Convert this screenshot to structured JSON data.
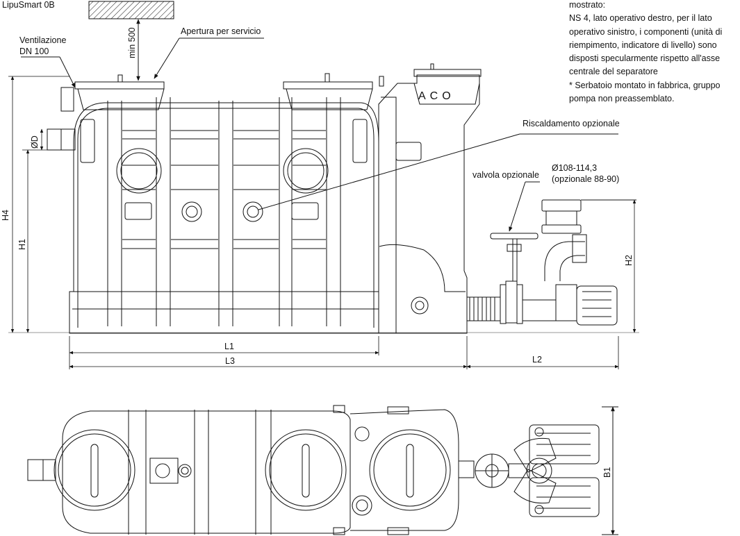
{
  "title": "LipuSmart 0B",
  "labels": {
    "ventilation_line1": "Ventilazione",
    "ventilation_line2": "DN 100",
    "service_opening": "Apertura per servicio",
    "min500": "min 500",
    "heating": "Riscaldamento opzionale",
    "valve": "valvola opzionale",
    "diameter_line1": "Ø108-114,3",
    "diameter_line2": "(opzionale 88-90)",
    "od": "ØD",
    "h4": "H4",
    "h1": "H1",
    "h2": "H2",
    "b1": "B1",
    "l1": "L1",
    "l2": "L2",
    "l3": "L3",
    "brand": "ACO"
  },
  "notes": [
    "mostrato:",
    "NS 4, lato operativo destro, per il lato",
    "operativo sinistro, i componenti (unità di",
    "riempimento, indicatore di livello) sono",
    "disposti specularmente rispetto all'asse",
    "centrale del separatore",
    "* Serbatoio montato in fabbrica, gruppo",
    "pompa non preassemblato."
  ]
}
